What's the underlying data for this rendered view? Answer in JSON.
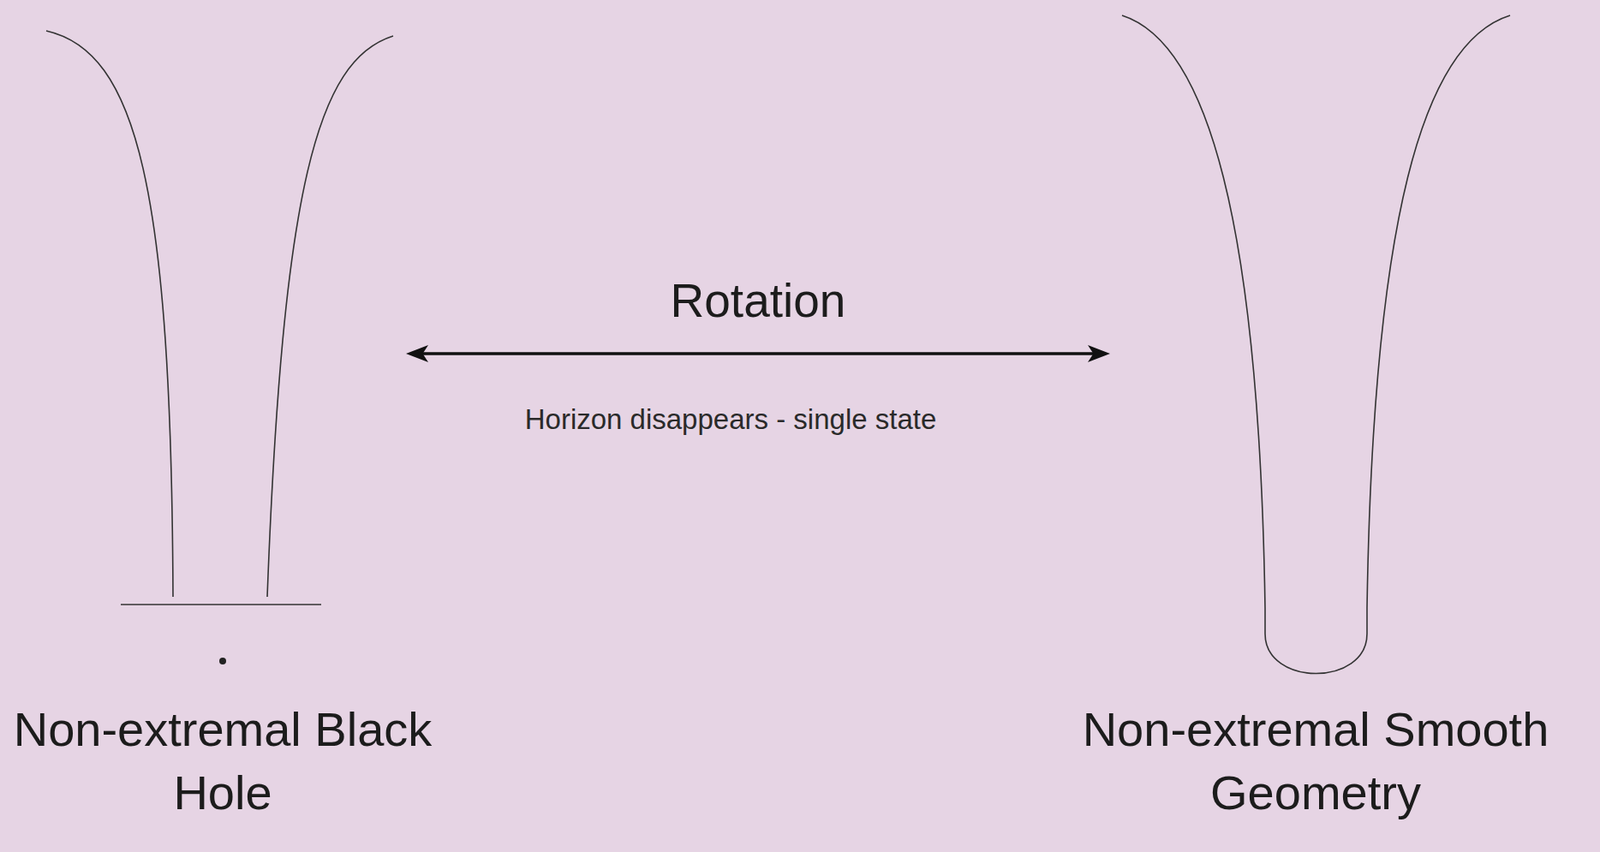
{
  "diagram": {
    "nodes": [
      {
        "text": [
          "Non-extremal Black Hole"
        ]
      },
      {
        "text": [
          "Non-extremal Smooth Geometry"
        ]
      }
    ],
    "edges": [
      {
        "from": 0,
        "to": 1,
        "arrow": "both",
        "label": "Rotation"
      }
    ],
    "labels": [
      "Horizon disappears - single state"
    ]
  }
}
